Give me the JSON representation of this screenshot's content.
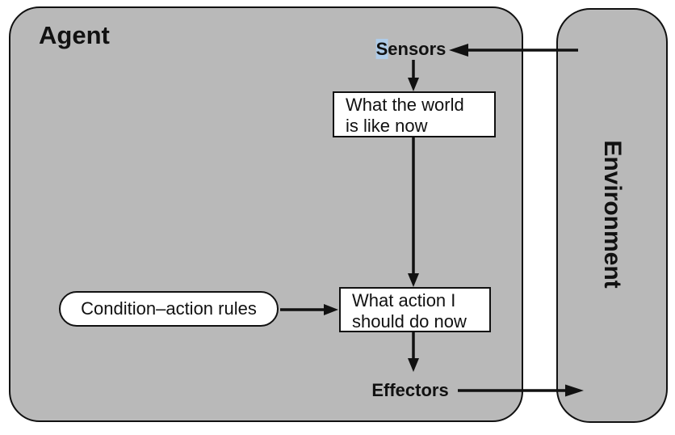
{
  "diagram": {
    "agent_label": "Agent",
    "environment_label": "Environment",
    "sensors_label": "Sensors",
    "effectors_label": "Effectors",
    "world_box": {
      "line1": "What the world",
      "line2": "is like now"
    },
    "action_box": {
      "line1": "What action I",
      "line2": "should do now"
    },
    "rules_pill_label": "Condition–action rules"
  },
  "colors": {
    "region_fill": "#b9b9b9",
    "box_fill": "#ffffff",
    "outline": "#111111",
    "sensors_first_letter_highlight": "#aecbe8"
  }
}
